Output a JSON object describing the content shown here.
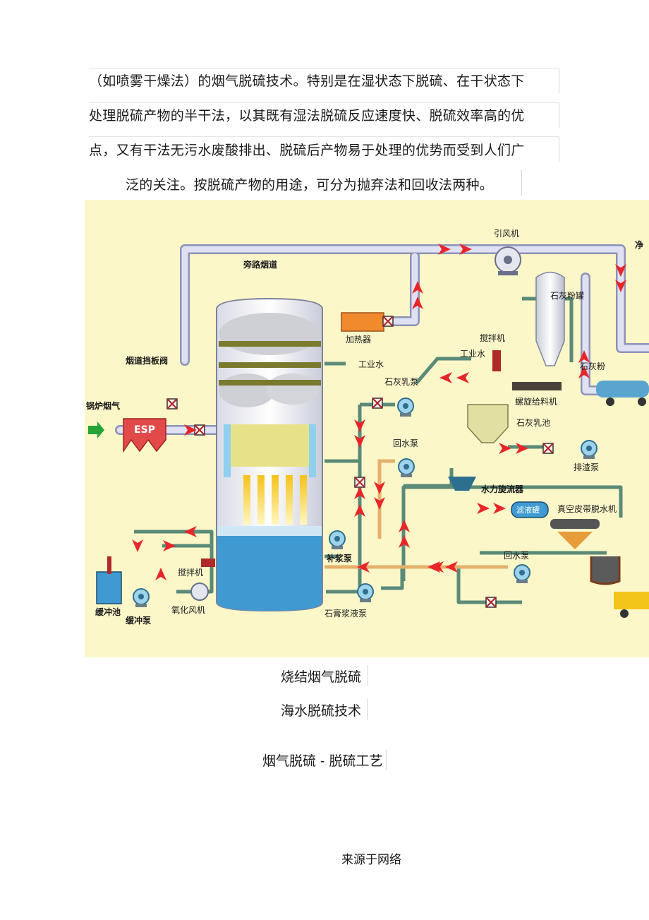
{
  "paragraph": {
    "lines": [
      "（如喷雾干燥法）的烟气脱硫技术。特别是在湿状态下脱硫、在干状态下",
      "处理脱硫产物的半干法，以其既有湿法脱硫反应速度快、脱硫效率高的优",
      "点，又有干法无污水废酸排出、脱硫后产物易于处理的优势而受到人们广",
      "泛的关注。按脱硫产物的用途，可分为抛弃法和回收法两种。"
    ]
  },
  "figure": {
    "labels": {
      "bypass_duct": "旁路烟道",
      "id_fan": "引风机",
      "clean_gas": "净",
      "heater": "加热器",
      "industrial_water_1": "工业水",
      "industrial_water_2": "工业水",
      "agitator_top": "搅拌机",
      "lime_silo": "石灰粉罐",
      "lime_powder": "石灰粉",
      "duct_damper": "烟道挡板阀",
      "boiler_flue_gas": "锅炉烟气",
      "esp": "ESP",
      "lime_slurry_pump": "石灰乳泵",
      "screw_feeder": "螺旋给料机",
      "lime_slurry_tank": "石灰乳池",
      "return_pump_1": "回水泵",
      "slag_pump": "排渣泵",
      "hydrocyclone": "水力旋流器",
      "filtrate_tank": "滤液罐",
      "vacuum_belt": "真空皮带脱水机",
      "makeup_pump": "补浆泵",
      "return_pump_2": "回水泵",
      "agitator_bottom": "搅拌机",
      "buffer_tank": "缓冲池",
      "buffer_pump": "缓冲泵",
      "oxidation_fan": "氧化风机",
      "gypsum_pump": "石膏浆液泵"
    },
    "colors": {
      "background": "#fbf7c9",
      "pipe": "#c7cbe8",
      "arrow": "#e8262a",
      "slurry": "#3f9ad2",
      "esp": "#e24a4a",
      "heater": "#f08a2c"
    }
  },
  "captions": {
    "caption1": "烧结烟气脱硫",
    "caption2": "海水脱硫技术",
    "caption3": "烟气脱硫 - 脱硫工艺"
  },
  "footer": {
    "source": "来源于网络"
  }
}
